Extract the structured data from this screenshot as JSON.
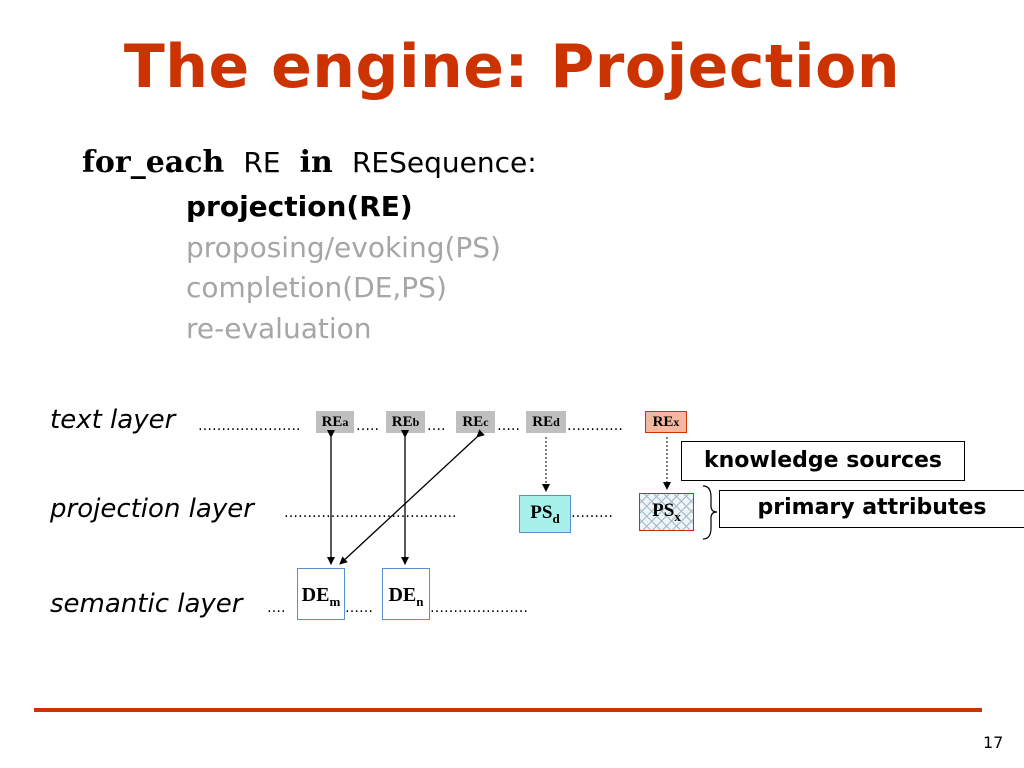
{
  "title": "The engine: Projection",
  "code": {
    "kw_for_each": "for_each",
    "var_re": "RE",
    "kw_in": "in",
    "seq": "RESequence:",
    "step1": "projection(RE)",
    "step2": "proposing/evoking(PS)",
    "step3": "completion(DE,PS)",
    "step4": "re-evaluation"
  },
  "layers": {
    "text": "text layer",
    "projection": "projection layer",
    "semantic": "semantic layer"
  },
  "text_layer_boxes": [
    {
      "main": "RE",
      "sub": "a"
    },
    {
      "main": "RE",
      "sub": "b"
    },
    {
      "main": "RE",
      "sub": "c"
    },
    {
      "main": "RE",
      "sub": "d"
    },
    {
      "main": "RE",
      "sub": "x"
    }
  ],
  "projection_boxes": [
    {
      "main": "PS",
      "sub": "d"
    },
    {
      "main": "PS",
      "sub": "x"
    }
  ],
  "semantic_boxes": [
    {
      "main": "DE",
      "sub": "m"
    },
    {
      "main": "DE",
      "sub": "n"
    }
  ],
  "dots": {
    "text_lead": "………………….",
    "text_ab": "…..",
    "text_bc": "….",
    "text_cd": "…..",
    "text_dx": "…………",
    "proj_lead": "……………………………….",
    "proj_mid": "………",
    "sem_lead": "….",
    "sem_mid": "……",
    "sem_tail": "…………………"
  },
  "knowledge_sources": "knowledge sources",
  "primary_attributes": "primary attributes",
  "page_number": "17",
  "colors": {
    "title": "#cc3300",
    "re_box": "#bfbfbf",
    "ps_d": "#a8f0ea",
    "rule": "#cc3300"
  }
}
